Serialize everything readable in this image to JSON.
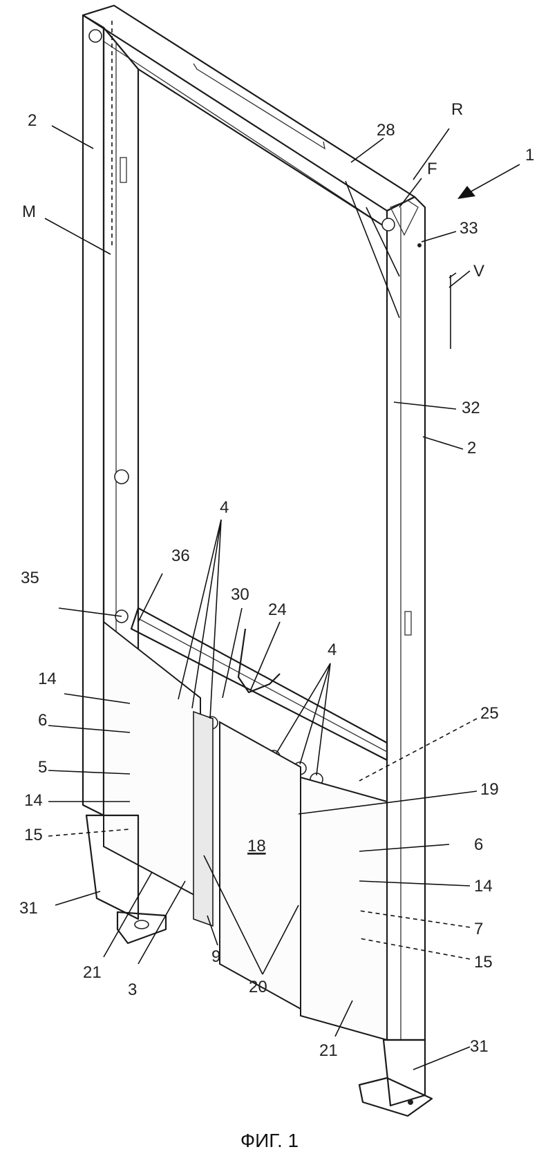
{
  "figure": {
    "caption": "ФИГ. 1",
    "labels": {
      "l_1": "1",
      "l_2a": "2",
      "l_2b": "2",
      "l_28": "28",
      "l_R": "R",
      "l_F": "F",
      "l_33": "33",
      "l_M": "M",
      "l_V": "V",
      "l_32": "32",
      "l_36": "36",
      "l_35": "35",
      "l_4a": "4",
      "l_30": "30",
      "l_24": "24",
      "l_4b": "4",
      "l_25": "25",
      "l_14a": "14",
      "l_6a": "6",
      "l_5": "5",
      "l_14b": "14",
      "l_15a": "15",
      "l_19": "19",
      "l_18": "18",
      "l_6b": "6",
      "l_14c": "14",
      "l_7": "7",
      "l_15b": "15",
      "l_31a": "31",
      "l_21a": "21",
      "l_3": "3",
      "l_9": "9",
      "l_20": "20",
      "l_21b": "21",
      "l_31b": "31"
    }
  }
}
